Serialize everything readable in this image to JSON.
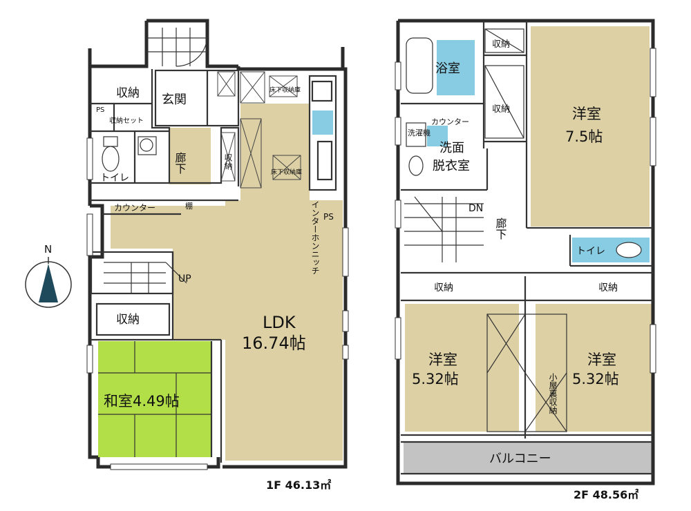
{
  "colors": {
    "room": "#ddd0a4",
    "tatami": "#b2de48",
    "water": "#88cce4",
    "balcony": "#c3c3c3",
    "wall": "#2b2b2b",
    "line": "#333333",
    "compass": "#1f4a5c"
  },
  "compass_label": "N",
  "floor1": {
    "area_label": "1F 46.13㎡",
    "rooms": {
      "storage_top": "収納",
      "entrance": "玄関",
      "ps": "PS",
      "storage_set": "収納セット",
      "toilet": "トイレ",
      "hall": "廊下",
      "hall_storage": "収納",
      "underfloor_storage_top": "床下収納庫",
      "underfloor_storage_bottom": "床下収納庫",
      "counter": "カウンター",
      "shelf": "棚",
      "interphone_niche": "インターホンニッチ",
      "ps_right": "PS",
      "stairs_up": "UP",
      "storage_mid": "収納",
      "ldk_name": "LDK",
      "ldk_size": "16.74帖",
      "washitsu": "和室4.49帖"
    }
  },
  "floor2": {
    "area_label": "2F 48.56㎡",
    "rooms": {
      "bath": "浴室",
      "storage_top": "収納",
      "storage_side": "収納",
      "washer": "洗濯機",
      "counter": "カウンター",
      "washroom_1": "洗面",
      "washroom_2": "脱衣室",
      "western_main_name": "洋室",
      "western_main_size": "7.5帖",
      "stairs_dn": "DN",
      "hall": "廊下",
      "toilet": "トイレ",
      "storage_left": "収納",
      "storage_right": "収納",
      "western_left_name": "洋室",
      "western_left_size": "5.32帖",
      "western_right_name": "洋室",
      "western_right_size": "5.32帖",
      "attic_storage": "小屋裏収納",
      "balcony": "バルコニー"
    }
  }
}
